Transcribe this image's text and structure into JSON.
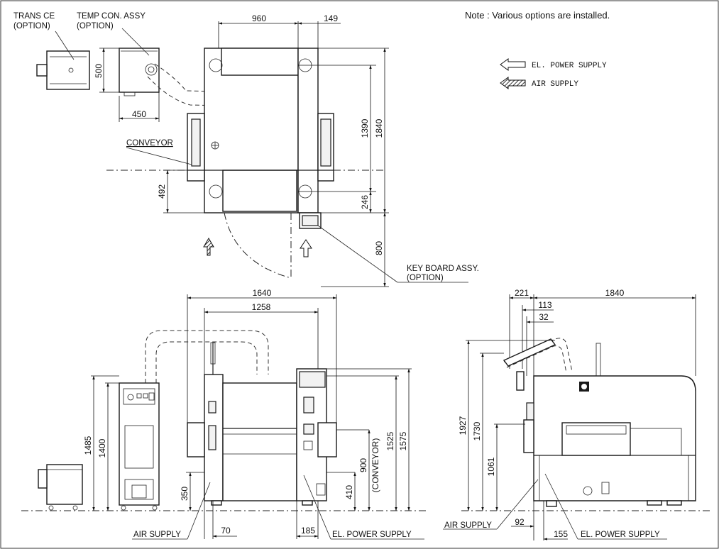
{
  "note": "Note : Various options are installed.",
  "legend": {
    "power": "EL. POWER SUPPLY",
    "air": "AIR SUPPLY"
  },
  "top_view": {
    "trans_ce": [
      "TRANS CE",
      "(OPTION)"
    ],
    "temp_con": [
      "TEMP CON. ASSY",
      "(OPTION)"
    ],
    "conveyor": "CONVEYOR",
    "keyboard": [
      "KEY BOARD ASSY.",
      "(OPTION)"
    ],
    "dims": {
      "w960": "960",
      "w149": "149",
      "h500": "500",
      "w450": "450",
      "h1390": "1390",
      "h1840": "1840",
      "h492": "492",
      "h246": "246",
      "h800": "800"
    }
  },
  "front_view": {
    "dims": {
      "w1640": "1640",
      "w1258": "1258",
      "h1485": "1485",
      "h1400": "1400",
      "h350": "350",
      "w70": "70",
      "w185": "185",
      "h410": "410",
      "h900": "900",
      "conveyor_note": "(CONVEYOR)",
      "h1525": "1525",
      "h1575": "1575"
    },
    "air_label": "AIR SUPPLY",
    "power_label": "EL. POWER SUPPLY"
  },
  "side_view": {
    "dims": {
      "w221": "221",
      "w1840": "1840",
      "w113": "113",
      "w32": "32",
      "h1927": "1927",
      "h1730": "1730",
      "h1061": "1061",
      "w92": "92",
      "w155": "155"
    },
    "air_label": "AIR SUPPLY",
    "power_label": "EL. POWER SUPPLY"
  }
}
